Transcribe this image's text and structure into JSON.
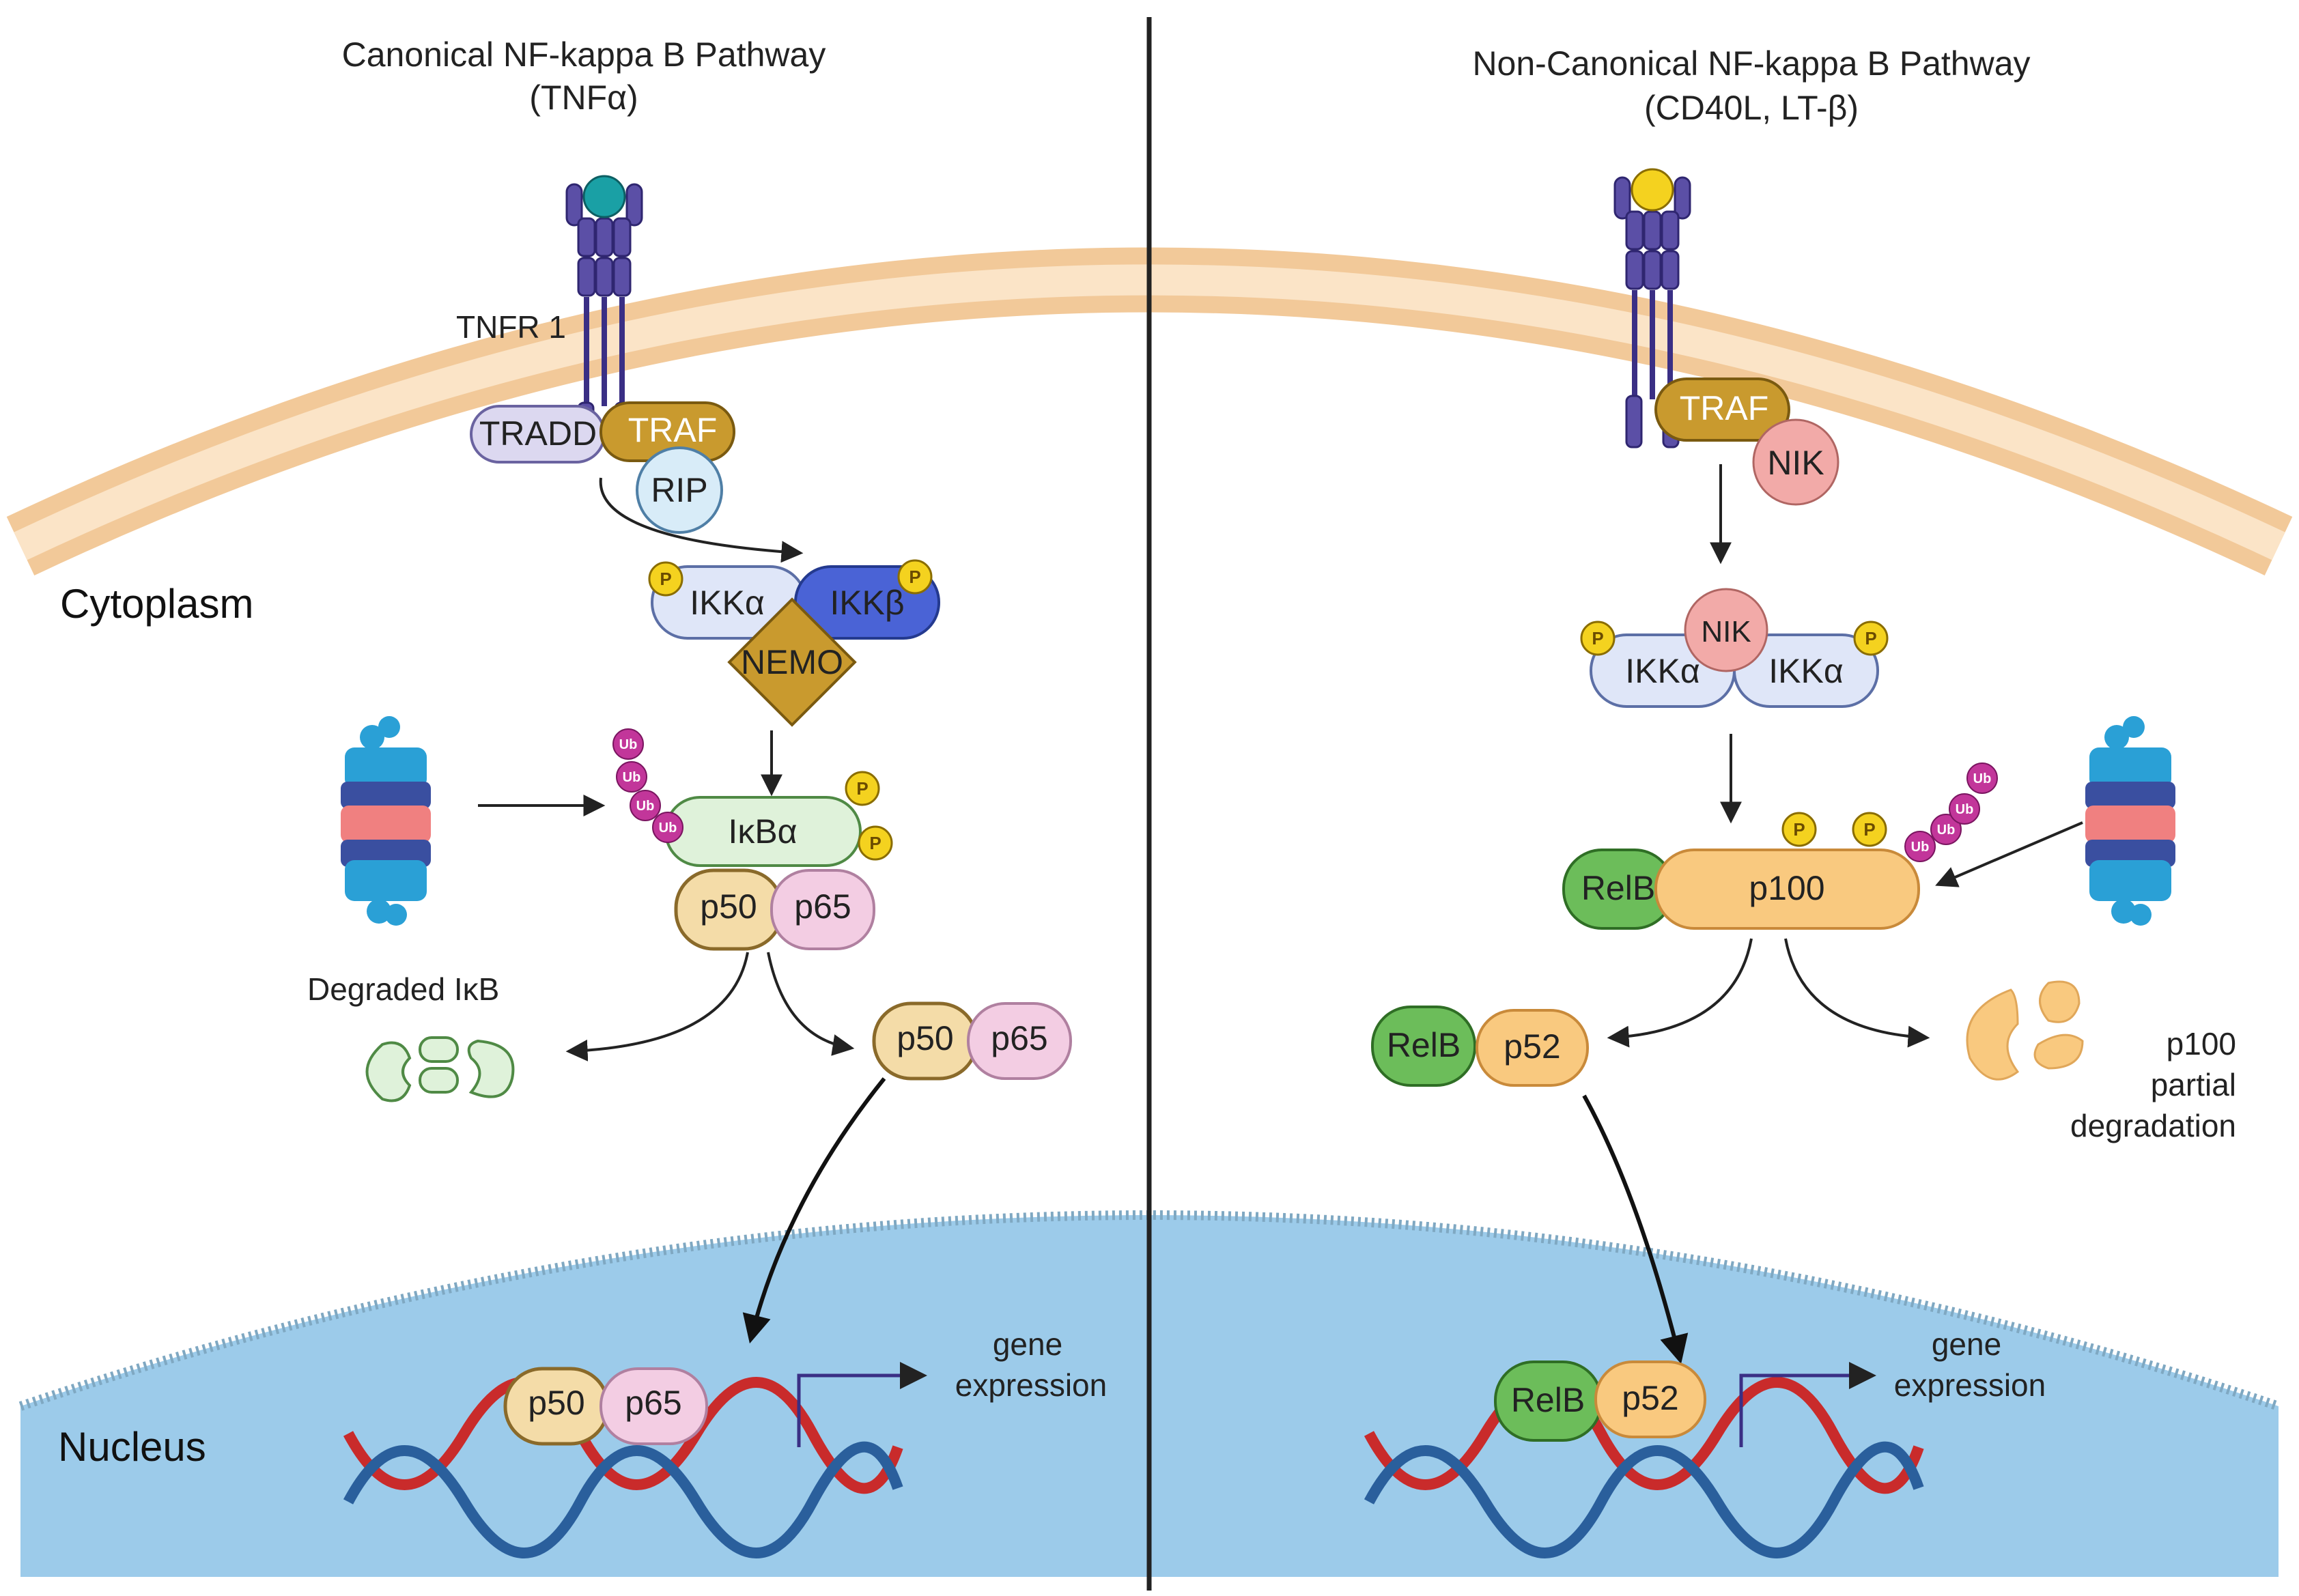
{
  "canonical": {
    "title": "Canonical NF-kappa B Pathway",
    "subtitle": "(TNFα)",
    "receptor_label": "TNFR 1",
    "tradd": "TRADD",
    "traf": "TRAF",
    "rip": "RIP",
    "ikka": "IKKα",
    "ikkb": "IKKβ",
    "nemo": "NEMO",
    "ikba": "IκBα",
    "p50": "p50",
    "p65": "p65",
    "degraded": "Degraded IκB",
    "gene_expression_1": "gene",
    "gene_expression_2": "expression"
  },
  "noncanonical": {
    "title": "Non-Canonical NF-kappa B Pathway",
    "subtitle": "(CD40L, LT-β)",
    "traf": "TRAF",
    "nik": "NIK",
    "ikka": "IKKα",
    "relb": "RelB",
    "p100": "p100",
    "p52": "p52",
    "partial_1": "p100",
    "partial_2": "partial",
    "partial_3": "degradation",
    "gene_expression_1": "gene",
    "gene_expression_2": "expression"
  },
  "regions": {
    "cytoplasm": "Cytoplasm",
    "nucleus": "Nucleus"
  },
  "badges": {
    "phospho": "P",
    "ubiquitin": "Ub"
  },
  "colors": {
    "membrane": "#f7d3a8",
    "nucleus": "#9ccbea",
    "receptor": "#5b4fa6",
    "traf": "#c99a2e",
    "ikkb": "#4a63d6",
    "phospho": "#f4d21f",
    "ubiquitin": "#c2369a",
    "relb": "#6cbd5a",
    "p100": "#f9c97f",
    "p65": "#f3cde3",
    "p50": "#f4dca8",
    "dna_red": "#c92b2b",
    "dna_blue": "#2a5f9c"
  }
}
